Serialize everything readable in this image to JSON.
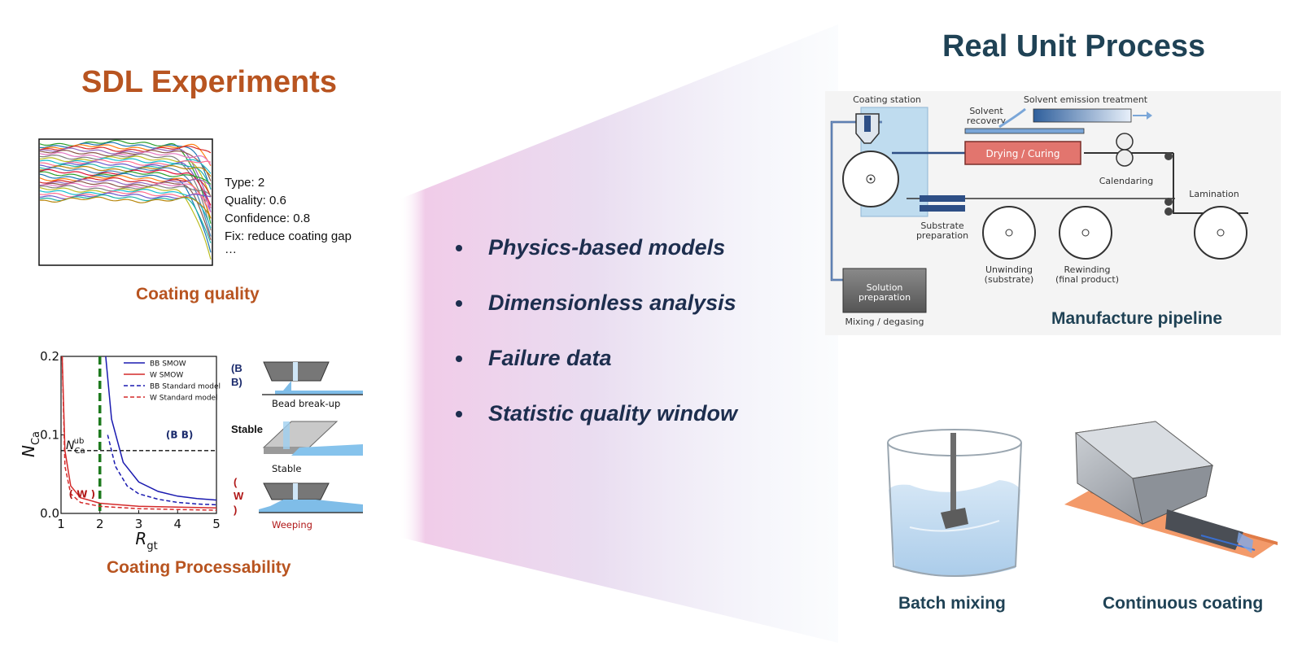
{
  "left": {
    "title": "SDL Experiments",
    "quality_plot": {
      "type_text": "Type: 2",
      "quality_text": "Quality: 0.6",
      "confidence_text": "Confidence: 0.8",
      "fix_text": "Fix: reduce coating gap",
      "ellipsis": "…",
      "caption": "Coating quality"
    },
    "processability": {
      "caption": "Coating Processability",
      "chart_data": {
        "type": "line",
        "xlabel": "R_gt",
        "ylabel": "N_Ca",
        "xlim": [
          1,
          5
        ],
        "ylim": [
          0,
          0.2
        ],
        "x_ticks": [
          "1",
          "2",
          "3",
          "4",
          "5"
        ],
        "y_ticks": [
          "0.0",
          "0.1",
          "0.2"
        ],
        "legend": [
          "BB SMOW",
          "W SMOW",
          "BB Standard model",
          "W Standard model"
        ],
        "legend_position": "top-right",
        "threshold_label": "N_Ca^ub",
        "threshold_value": 0.08,
        "vertical_line_x": 2,
        "region_labels": {
          "bb": "(B B)",
          "w": "( W )"
        },
        "series": [
          {
            "name": "BB SMOW",
            "x": [
              2.15,
              2.3,
              2.6,
              3.0,
              3.5,
              4.0,
              4.5,
              5.0
            ],
            "y": [
              0.2,
              0.12,
              0.065,
              0.04,
              0.028,
              0.022,
              0.019,
              0.017
            ]
          },
          {
            "name": "W SMOW",
            "x": [
              1.03,
              1.1,
              1.25,
              1.5,
              2.0,
              3.0,
              4.0,
              5.0
            ],
            "y": [
              0.2,
              0.08,
              0.035,
              0.02,
              0.013,
              0.009,
              0.008,
              0.007
            ]
          },
          {
            "name": "BB Standard model",
            "x": [
              2.2,
              2.4,
              2.7,
              3.0,
              3.5,
              4.0,
              4.5,
              5.0
            ],
            "y": [
              0.1,
              0.06,
              0.035,
              0.025,
              0.018,
              0.014,
              0.012,
              0.011
            ]
          },
          {
            "name": "W Standard model",
            "x": [
              1.03,
              1.1,
              1.25,
              1.5,
              2.0,
              3.0,
              4.0,
              5.0
            ],
            "y": [
              0.2,
              0.06,
              0.025,
              0.014,
              0.009,
              0.006,
              0.005,
              0.004
            ]
          }
        ]
      },
      "side_labels": {
        "bb": "(B B)",
        "stable": "Stable",
        "w": "( W )",
        "bead_breakup": "Bead break-up",
        "stable_caption": "Stable",
        "weeping": "Weeping"
      }
    }
  },
  "center": {
    "bullets": [
      "Physics-based models",
      "Dimensionless analysis",
      "Failure data",
      "Statistic quality window"
    ]
  },
  "right": {
    "title": "Real Unit Process",
    "pipeline": {
      "caption": "Manufacture pipeline",
      "labels": {
        "coating_station": "Coating station",
        "solvent_recovery_1": "Solvent",
        "solvent_recovery_2": "recovery",
        "solvent_emission": "Solvent emission treatment",
        "drying": "Drying / Curing",
        "calendaring": "Calendaring",
        "lamination": "Lamination",
        "substrate_1": "Substrate",
        "substrate_2": "preparation",
        "unwinding_1": "Unwinding",
        "unwinding_2": "(substrate)",
        "rewinding_1": "Rewinding",
        "rewinding_2": "(final product)",
        "solution_1": "Solution",
        "solution_2": "preparation",
        "mixing": "Mixing / degasing"
      }
    },
    "batch_caption": "Batch mixing",
    "continuous_caption": "Continuous coating"
  },
  "colors": {
    "orange": "#b85420",
    "navy": "#1f4255",
    "bullet_text": "#1d2e4e",
    "bb_blue": "#1a1ab0",
    "w_red": "#d42a2a",
    "threshold_green": "#1e7a1e"
  }
}
